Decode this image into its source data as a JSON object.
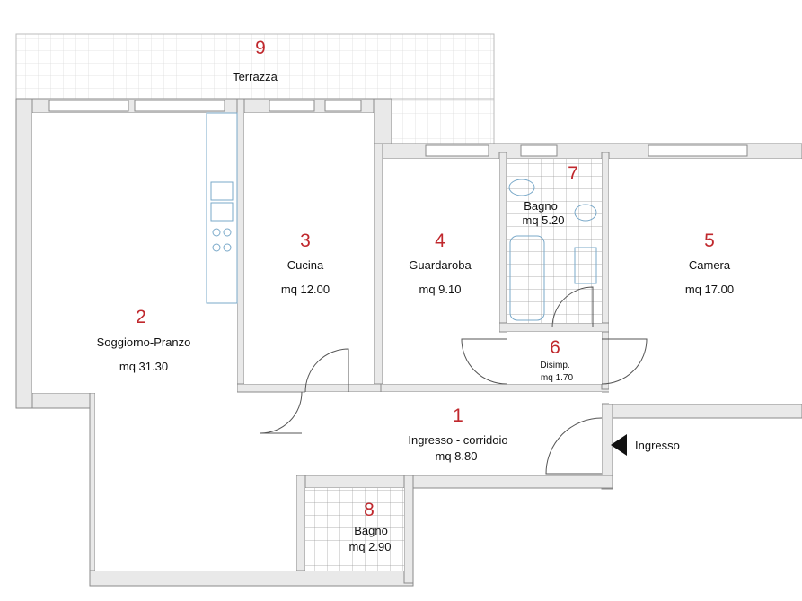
{
  "rooms": [
    {
      "id": "terrace",
      "number": "9",
      "name": "Terrazza",
      "area": ""
    },
    {
      "id": "living",
      "number": "2",
      "name": "Soggiorno-Pranzo",
      "area": "mq 31.30"
    },
    {
      "id": "kitchen",
      "number": "3",
      "name": "Cucina",
      "area": "mq 12.00"
    },
    {
      "id": "wardrobe",
      "number": "4",
      "name": "Guardaroba",
      "area": "mq 9.10"
    },
    {
      "id": "bath1",
      "number": "7",
      "name": "Bagno",
      "area": "mq 5.20"
    },
    {
      "id": "bedroom",
      "number": "5",
      "name": "Camera",
      "area": "mq 17.00"
    },
    {
      "id": "hall",
      "number": "6",
      "name": "Disimp.",
      "area": "mq 1.70"
    },
    {
      "id": "entrance",
      "number": "1",
      "name": "Ingresso - corridoio",
      "area": "mq 8.80"
    },
    {
      "id": "bath2",
      "number": "8",
      "name": "Bagno",
      "area": "mq 2.90"
    }
  ],
  "entry": {
    "label": "Ingresso",
    "icon": "arrow-left-icon"
  },
  "colors": {
    "room_number": "#c0282d",
    "walls": "#e9e9e9",
    "fixtures": "#7aa9c9"
  }
}
